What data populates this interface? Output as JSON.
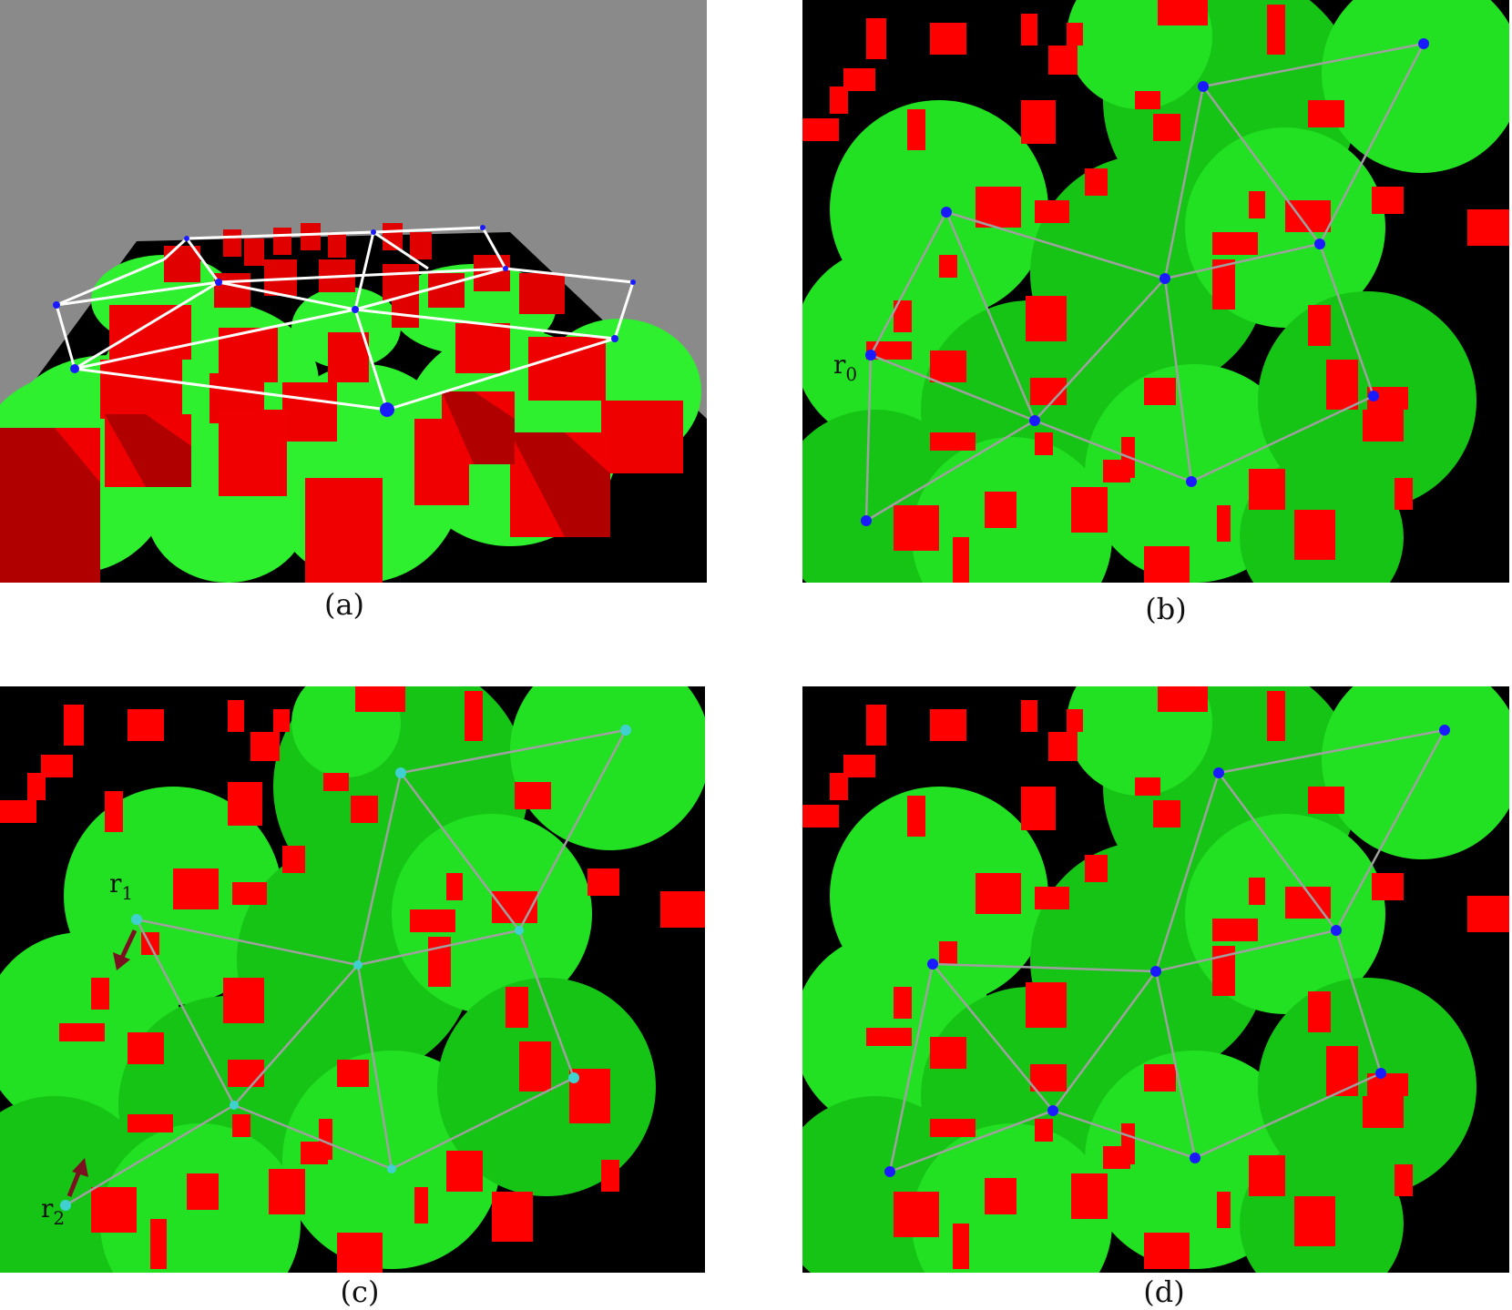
{
  "panels": [
    {
      "id": "a",
      "caption": "(a)"
    },
    {
      "id": "b",
      "caption": "(b)",
      "labels": [
        {
          "text": "r",
          "sub": "0"
        }
      ]
    },
    {
      "id": "c",
      "caption": "(c)",
      "labels": [
        {
          "text": "r",
          "sub": "1"
        },
        {
          "text": "r",
          "sub": "2"
        }
      ]
    },
    {
      "id": "d",
      "caption": "(d)"
    }
  ],
  "colors": {
    "obstacle": "#ff0000",
    "coverage": "#22ee22",
    "coverage_dark": "#12b812",
    "background_top": "#8a8a8a",
    "ground": "#000000",
    "edge_2d": "#9a9a9a",
    "edge_3d": "#ffffff",
    "node": "#1a1aff",
    "node_moving": "#33cccc",
    "arrow": "#7a1020"
  }
}
